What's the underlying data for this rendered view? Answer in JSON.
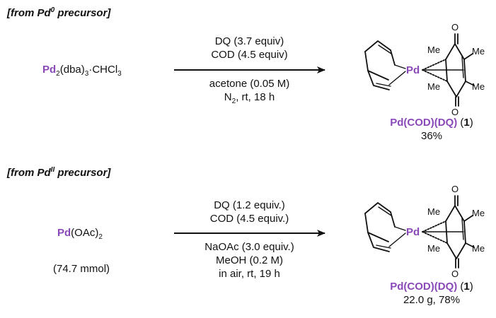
{
  "colors": {
    "palladium": "#8a49b8",
    "ink": "#111111"
  },
  "scheme1": {
    "header": {
      "prefix": "[from Pd",
      "sup": "0",
      "suffix": " precursor]"
    },
    "reactant": {
      "pd": "Pd",
      "sub1": "2",
      "mid": "(dba)",
      "sub2": "3",
      "rest": "·CHCl",
      "sub3": "3"
    },
    "cond_above_1": "DQ (3.7 equiv)",
    "cond_above_2": "COD (4.5 equiv)",
    "cond_below_1": "acetone (0.05 M)",
    "cond_below_2_pre": "N",
    "cond_below_2_sub": "2",
    "cond_below_2_post": ", rt, 18 h",
    "product": {
      "pd_label": "Pd",
      "o_top": "O",
      "o_bottom": "O",
      "me_tl": "Me",
      "me_tr": "Me",
      "me_bl": "Me",
      "me_br": "Me",
      "name": "Pd(COD)(DQ)",
      "number": "1",
      "yield": "36%"
    }
  },
  "scheme2": {
    "header": {
      "prefix": "[from Pd",
      "sup": "II",
      "suffix": " precursor]"
    },
    "reactant": {
      "pd": "Pd",
      "rest": "(OAc)",
      "sub": "2"
    },
    "reactant_amount": "(74.7 mmol)",
    "cond_above_1": "DQ (1.2 equiv.)",
    "cond_above_2": "COD (4.5 equiv.)",
    "cond_below_1": "NaOAc (3.0 equiv.)",
    "cond_below_2": "MeOH (0.2 M)",
    "cond_below_3": "in air, rt, 19 h",
    "product": {
      "pd_label": "Pd",
      "o_top": "O",
      "o_bottom": "O",
      "me_tl": "Me",
      "me_tr": "Me",
      "me_bl": "Me",
      "me_br": "Me",
      "name": "Pd(COD)(DQ)",
      "number": "1",
      "yield": "22.0 g, 78%"
    }
  }
}
